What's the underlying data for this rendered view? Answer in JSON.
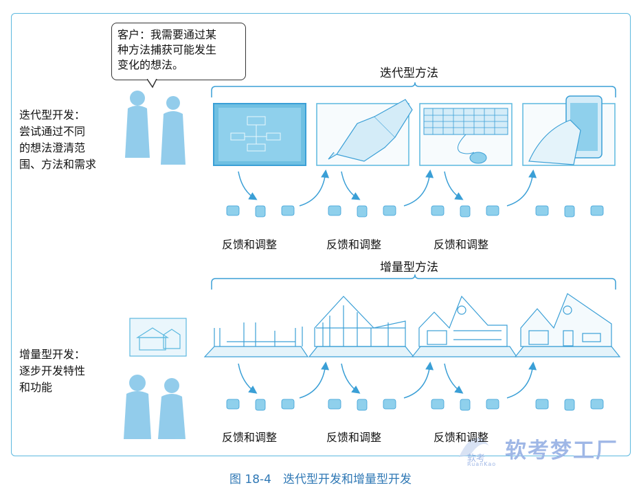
{
  "bubble": {
    "text_l1": "客户：我需要通过某",
    "text_l2": "种方法捕获可能发生",
    "text_l3": "变化的想法。"
  },
  "iterative": {
    "title": "迭代型方法",
    "label_l1": "迭代型开发：",
    "label_l2": "尝试通过不同",
    "label_l3": "的想法澄清范",
    "label_l4": "围、方法和需求",
    "feedback": [
      "反馈和调整",
      "反馈和调整",
      "反馈和调整"
    ]
  },
  "incremental": {
    "title": "增量型方法",
    "label_l1": "增量型开发：",
    "label_l2": "逐步开发特性",
    "label_l3": "和功能",
    "feedback": [
      "反馈和调整",
      "反馈和调整",
      "反馈和调整"
    ]
  },
  "caption": "图 18-4　迭代型开发和增量型开发",
  "watermark": {
    "main": "软考梦工厂",
    "small": "软考",
    "tiny": "RuanKao"
  },
  "colors": {
    "accent": "#3a9fd6",
    "frame": "#5bb8df",
    "caption": "#2f78b5",
    "people": "#7fc4e8"
  }
}
